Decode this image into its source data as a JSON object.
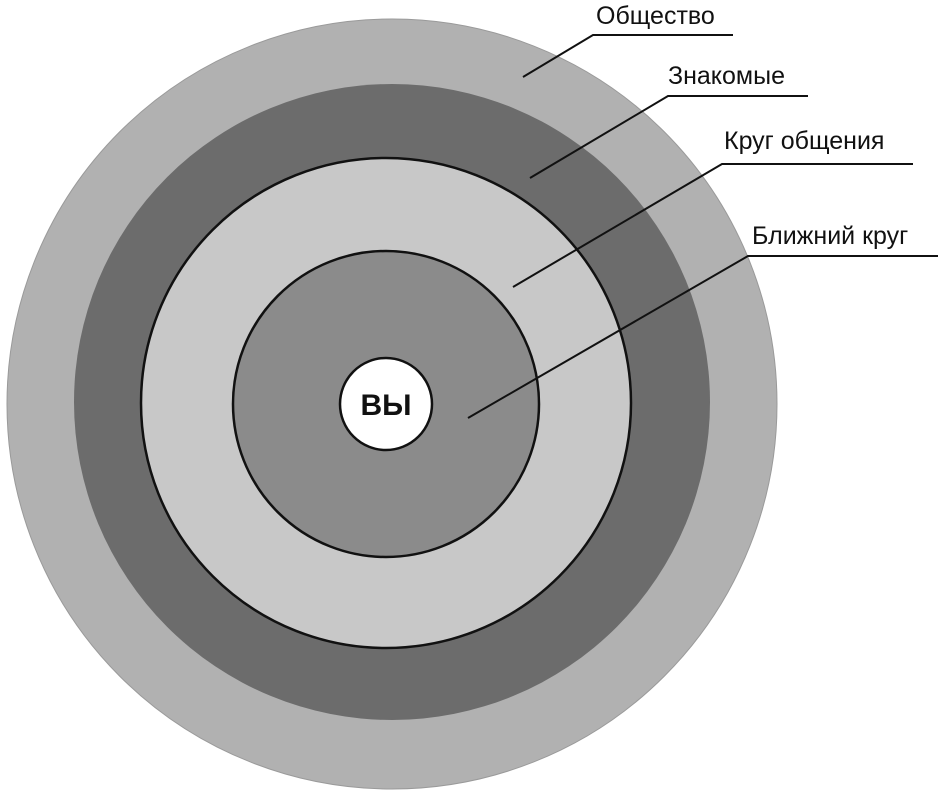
{
  "diagram": {
    "center_label": "ВЫ",
    "rings": [
      {
        "label": "Общество",
        "color": "#b1b1b1"
      },
      {
        "label": "Знакомые",
        "color": "#6c6c6c"
      },
      {
        "label": "Круг общения",
        "color": "#c8c8c8"
      },
      {
        "label": "Ближний круг",
        "color": "#8b8b8b"
      }
    ],
    "center_color": "#ffffff"
  }
}
